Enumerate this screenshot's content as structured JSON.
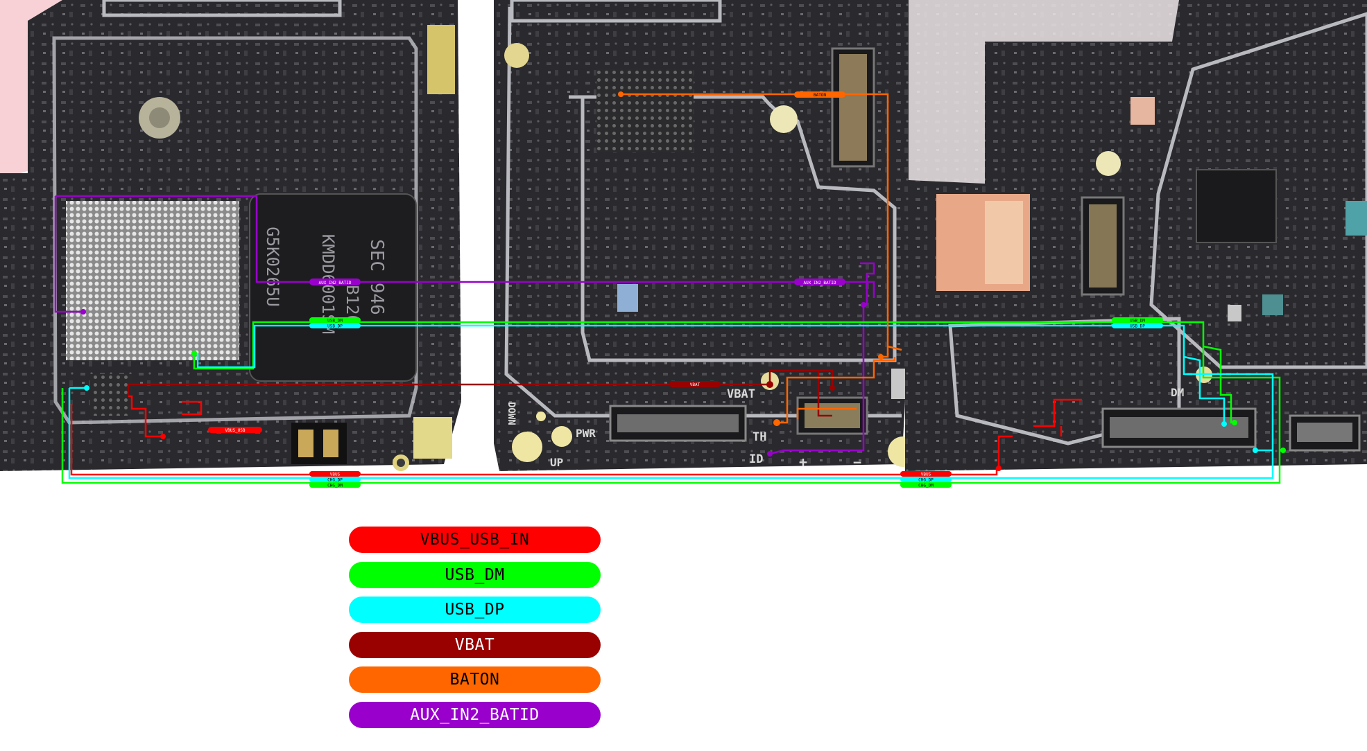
{
  "board": {
    "silkscreen": {
      "vbat": "VBAT",
      "th": "TH",
      "id": "ID",
      "plus": "+",
      "minus": "−",
      "pwr": "PWR",
      "up": "UP",
      "down": "DOWN",
      "dm": "DM"
    },
    "chip_markings": {
      "line1": "SEC 946",
      "line2": "B120",
      "line3": "KMDD6001SM",
      "line4": "G5K0265U"
    },
    "net_tags": {
      "vbus": "VBUS",
      "usb_dm": "USB_DM",
      "usb_dp": "USB_DP",
      "chg_dp": "CHG_DP",
      "chg_dm": "CHG_DM",
      "vbat": "VBAT",
      "baton": "BATON",
      "aux": "AUX_IN2_BATID",
      "vbus_usb": "VBUS_USB"
    }
  },
  "legend": [
    {
      "label": "VBUS_USB_IN",
      "color": "#ff0000",
      "text_color": "#000000"
    },
    {
      "label": "USB_DM",
      "color": "#00ff00",
      "text_color": "#000000"
    },
    {
      "label": "USB_DP",
      "color": "#00ffff",
      "text_color": "#000000"
    },
    {
      "label": "VBAT",
      "color": "#990000",
      "text_color": "#ffffff"
    },
    {
      "label": "BATON",
      "color": "#ff6600",
      "text_color": "#000000"
    },
    {
      "label": "AUX_IN2_BATID",
      "color": "#9900cc",
      "text_color": "#ffffff"
    }
  ]
}
